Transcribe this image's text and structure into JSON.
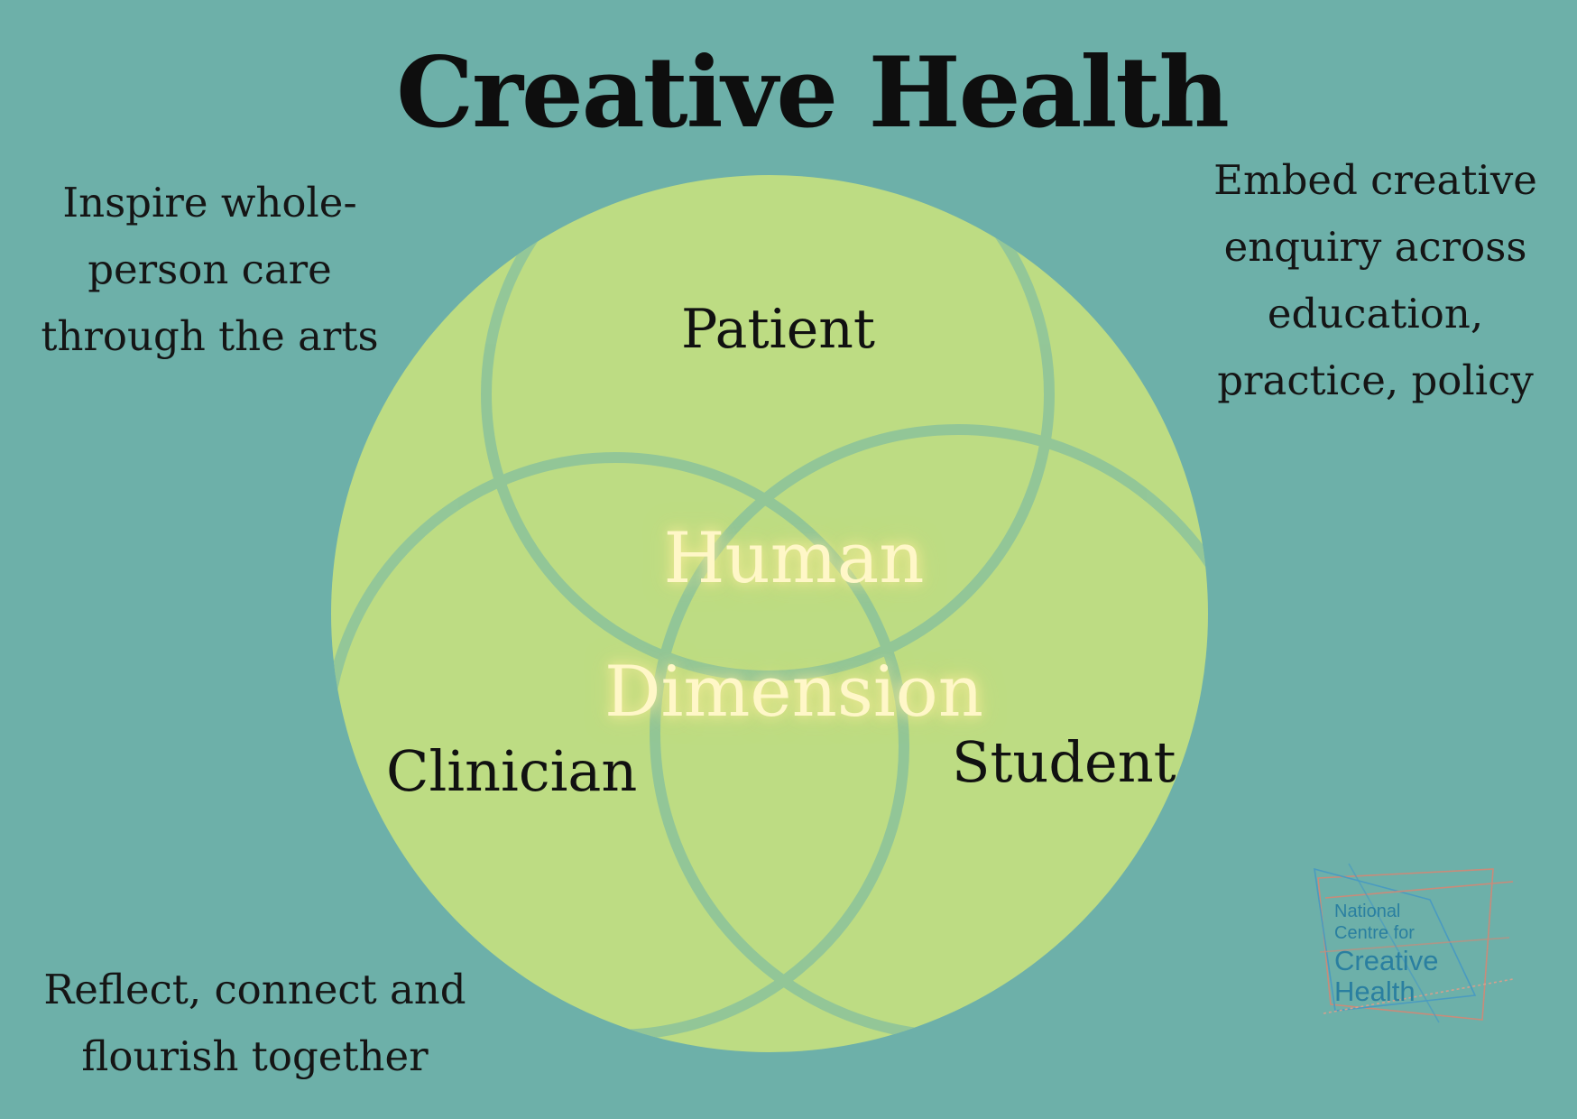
{
  "title": "Creative Health",
  "circle_labels": {
    "top": "Patient",
    "left": "Clinician",
    "right": "Student"
  },
  "center": {
    "line1": "Human",
    "line2": "Dimension"
  },
  "corner_texts": {
    "top_left": [
      "Inspire whole-",
      "person care",
      "through the arts"
    ],
    "top_right": [
      "Embed creative",
      "enquiry across",
      "education,",
      "practice, policy"
    ],
    "bottom_left": [
      "Reflect, connect and",
      "flourish together"
    ]
  },
  "logo": {
    "line1": "National",
    "line2": "Centre for",
    "line3": "Creative",
    "line4": "Health"
  },
  "colors": {
    "background": "#6db0a9",
    "big_circle": "#bddc83",
    "ring_stroke": "#8ec49a",
    "center_glow": "#fff7c8",
    "logo_blue": "#2a7fa0"
  }
}
